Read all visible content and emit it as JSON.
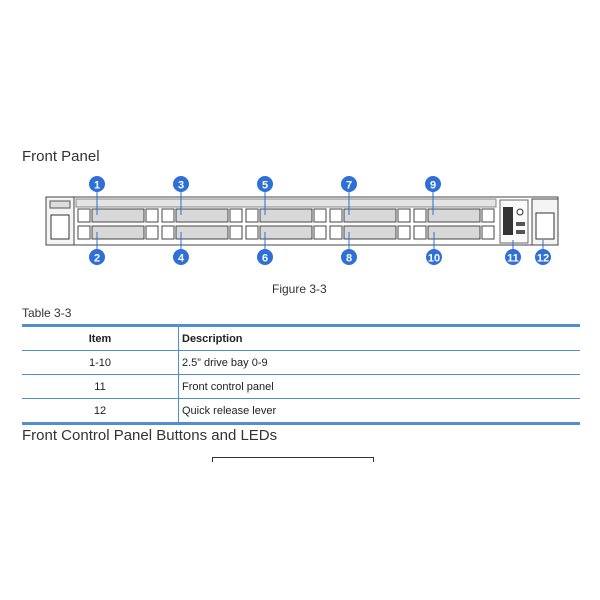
{
  "section_title": "Front Panel",
  "figure": {
    "caption": "Figure 3-3",
    "callouts_top": [
      "1",
      "3",
      "5",
      "7",
      "9"
    ],
    "callouts_bottom": [
      "2",
      "4",
      "6",
      "8",
      "10",
      "11",
      "12"
    ],
    "callout_color": "#2f6fd8"
  },
  "table": {
    "label": "Table 3-3",
    "headers": {
      "item": "Item",
      "description": "Description"
    },
    "rows": [
      {
        "item": "1-10",
        "description": "2.5” drive bay 0-9"
      },
      {
        "item": "11",
        "description": "Front control panel"
      },
      {
        "item": "12",
        "description": "Quick release lever"
      }
    ]
  },
  "next_section_title": "Front Control Panel Buttons and LEDs"
}
